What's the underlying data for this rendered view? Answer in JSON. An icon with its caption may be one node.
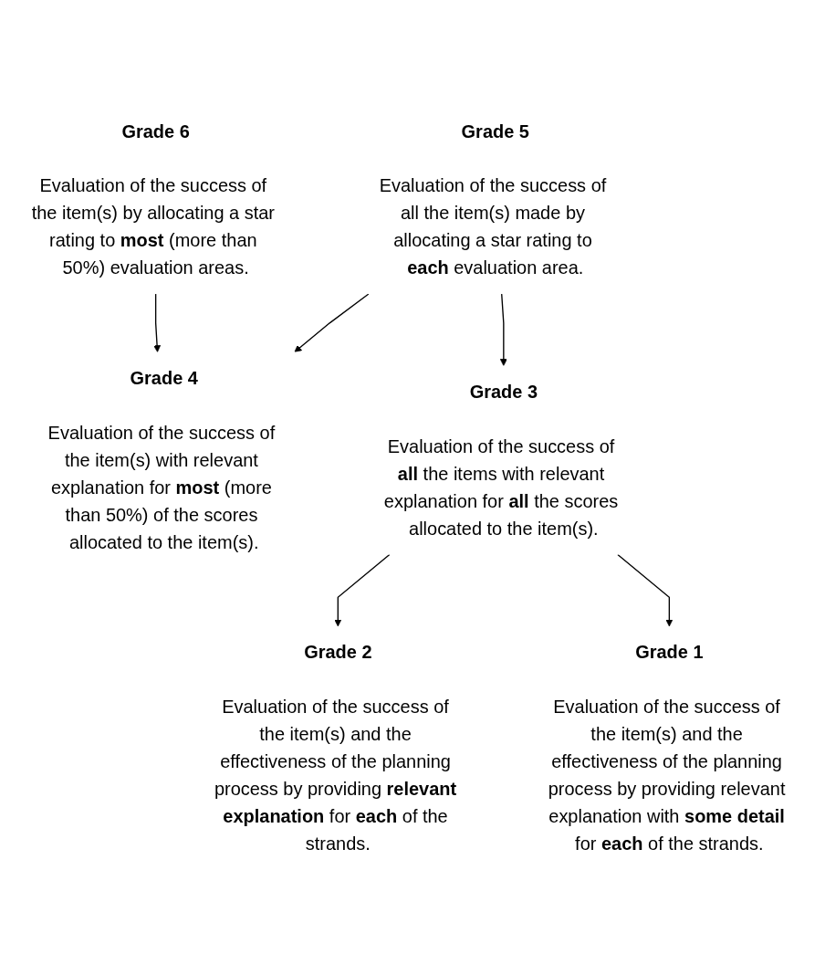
{
  "diagram": {
    "nodes": [
      {
        "text": [
          "Grade 6",
          "Evaluation of the success of the item(s) by allocating a star rating to **most** (more than 50%) evaluation areas."
        ]
      },
      {
        "text": [
          "Grade 5",
          "Evaluation of the success of all the item(s) made by allocating a star rating to **each** evaluation area."
        ]
      },
      {
        "text": [
          "Grade 4",
          "Evaluation of the success of the item(s) with relevant explanation for **most** (more than 50%) of the scores allocated to the item(s)."
        ]
      },
      {
        "text": [
          "Grade 3",
          "Evaluation of the success of **all** the items with relevant explanation for **all** the scores allocated to the item(s)."
        ]
      },
      {
        "text": [
          "Grade 2",
          "Evaluation of the success of the item(s) and the effectiveness of the planning process by providing **relevant explanation** for **each** of the strands."
        ]
      },
      {
        "text": [
          "Grade 1",
          "Evaluation of the success of the item(s) and the effectiveness of the planning process by providing relevant explanation with **some detail** for **each** of the strands."
        ]
      }
    ],
    "edges": [
      {
        "from": 0,
        "to": 2,
        "arrow": "to"
      },
      {
        "from": 1,
        "to": 2,
        "arrow": "to"
      },
      {
        "from": 1,
        "to": 3,
        "arrow": "to"
      },
      {
        "from": 3,
        "to": 4,
        "arrow": "to"
      },
      {
        "from": 3,
        "to": 5,
        "arrow": "to"
      }
    ]
  }
}
